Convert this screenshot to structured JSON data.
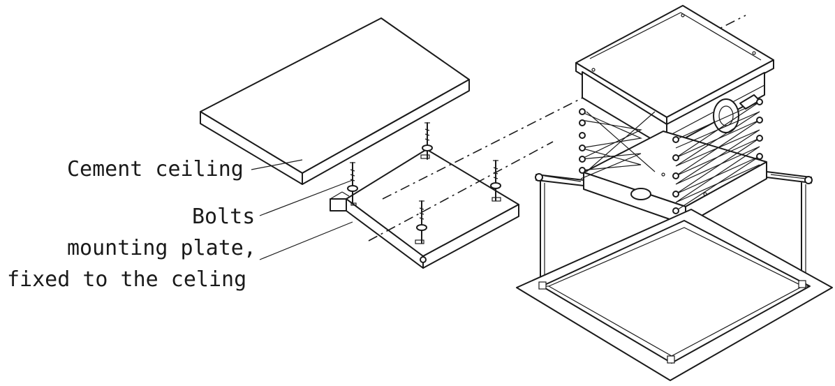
{
  "labels": {
    "cement_ceiling": "Cement ceiling",
    "bolts": "Bolts",
    "mounting_plate_line1": "mounting plate,",
    "mounting_plate_line2": "fixed to the celing"
  },
  "colors": {
    "line": "#1a1a1a",
    "background": "#ffffff"
  }
}
